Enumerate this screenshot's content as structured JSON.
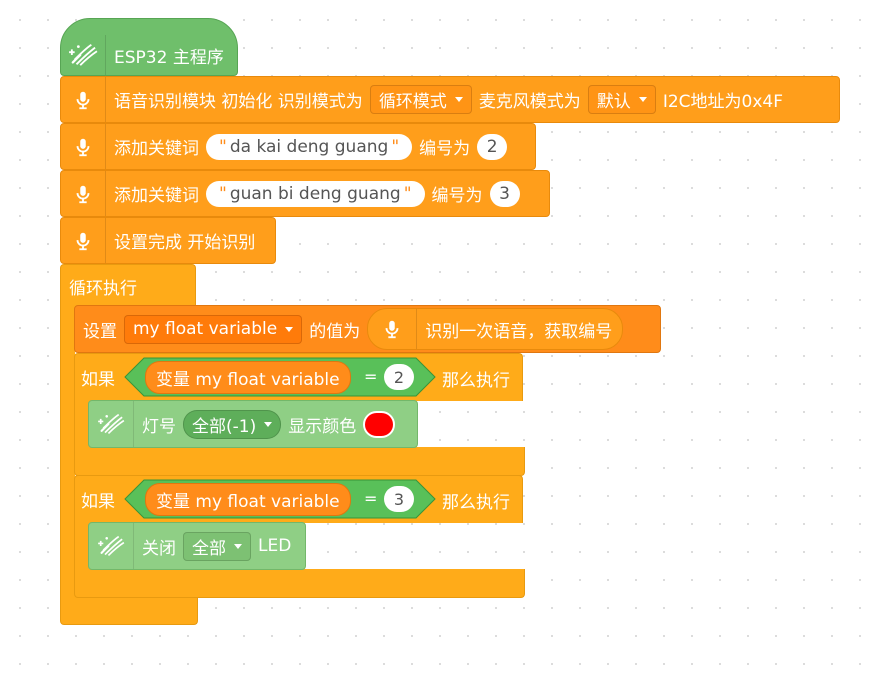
{
  "blocks": {
    "main_hat": {
      "label": "ESP32 主程序",
      "icon": "magic-wand-icon"
    },
    "asr_init": {
      "label": "语音识别模块 初始化 识别模式为",
      "mode_value": "循环模式",
      "mic_label": "麦克风模式为",
      "mic_value": "默认",
      "addr_label": "I2C地址为0x4F",
      "icon": "microphone-icon"
    },
    "add_kw1": {
      "label": "添加关键词",
      "keyword": "da kai deng guang",
      "id_label": "编号为",
      "id_value": "2"
    },
    "add_kw2": {
      "label": "添加关键词",
      "keyword": "guan bi deng guang",
      "id_label": "编号为",
      "id_value": "3"
    },
    "setup_done": {
      "label": "设置完成 开始识别"
    },
    "loop": {
      "label": "循环执行"
    },
    "set_var": {
      "label": "设置",
      "var_name": "my float variable",
      "value_label": "的值为",
      "reporter_label": "识别一次语音，获取编号"
    },
    "if1": {
      "if_label": "如果",
      "var_label": "变量 my float variable",
      "op": "=",
      "value": "2",
      "then_label": "那么执行",
      "body": {
        "label": "灯号",
        "led_value": "全部(-1)",
        "color_label": "显示颜色",
        "color": "#ff0000"
      }
    },
    "if2": {
      "if_label": "如果",
      "var_label": "变量 my float variable",
      "op": "=",
      "value": "3",
      "then_label": "那么执行",
      "body": {
        "label": "关闭",
        "led_value": "全部",
        "suffix": "LED"
      }
    }
  },
  "colors": {
    "orange": "#ff9e1b",
    "dark_orange": "#ff8c1a",
    "control": "#ffab19",
    "green": "#6fbf6b",
    "light_green": "#8fcf85",
    "operator_green": "#59c059"
  }
}
